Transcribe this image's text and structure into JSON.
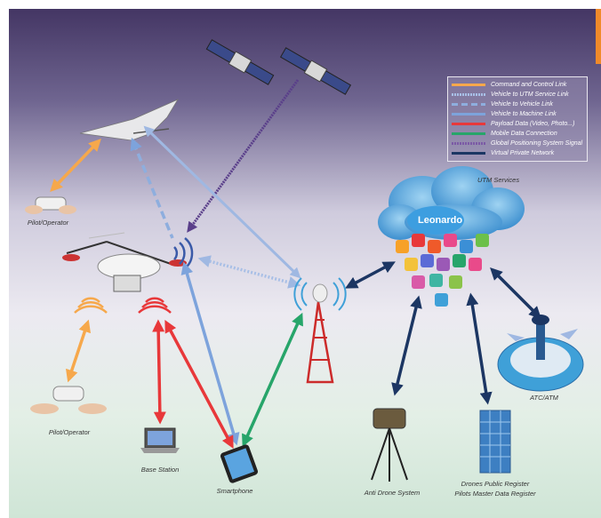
{
  "legend": [
    {
      "label": "Command and Control Link",
      "color": "#f6a84b",
      "style": "solid"
    },
    {
      "label": "Vehicle to UTM Service Link",
      "color": "#a8bfe6",
      "style": "dotted"
    },
    {
      "label": "Vehicle to Vehicle Link",
      "color": "#8eaede",
      "style": "dashed"
    },
    {
      "label": "Vehicle to Machine Link",
      "color": "#7da3dc",
      "style": "solid"
    },
    {
      "label": "Payload Data (Video, Photo...)",
      "color": "#e8383a",
      "style": "solid"
    },
    {
      "label": "Mobile Data Connection",
      "color": "#27a56a",
      "style": "solid"
    },
    {
      "label": "Global Positioning System Signal",
      "color": "#7b5aa6",
      "style": "dotted"
    },
    {
      "label": "Virtual Private Network",
      "color": "#1c3663",
      "style": "solid"
    }
  ],
  "nodes": {
    "pilot_top": "Pilot/Operator",
    "pilot_bottom": "Pilot/Operator",
    "base_station": "Base Station",
    "smartphone": "Smartphone",
    "utm_services": "UTM Services",
    "cloud_name": "Leonardo",
    "atc": "ATC/ATM",
    "anti_drone": "Anti Drone System",
    "register_line1": "Drones Public Register",
    "register_line2": "Pilots Master Data Register"
  },
  "colors": {
    "sky_top": "#4a3b6b",
    "sky_mid": "#c8c4d8",
    "ground": "#d8eadf",
    "accent_bar": "#f08a2a"
  },
  "icons": [
    "satellite-icon",
    "fixed-wing-drone-icon",
    "quadcopter-drone-icon",
    "remote-controller-icon",
    "laptop-icon",
    "smartphone-icon",
    "cell-tower-icon",
    "cloud-icon",
    "anti-drone-device-icon",
    "building-icon",
    "airport-control-tower-icon"
  ]
}
